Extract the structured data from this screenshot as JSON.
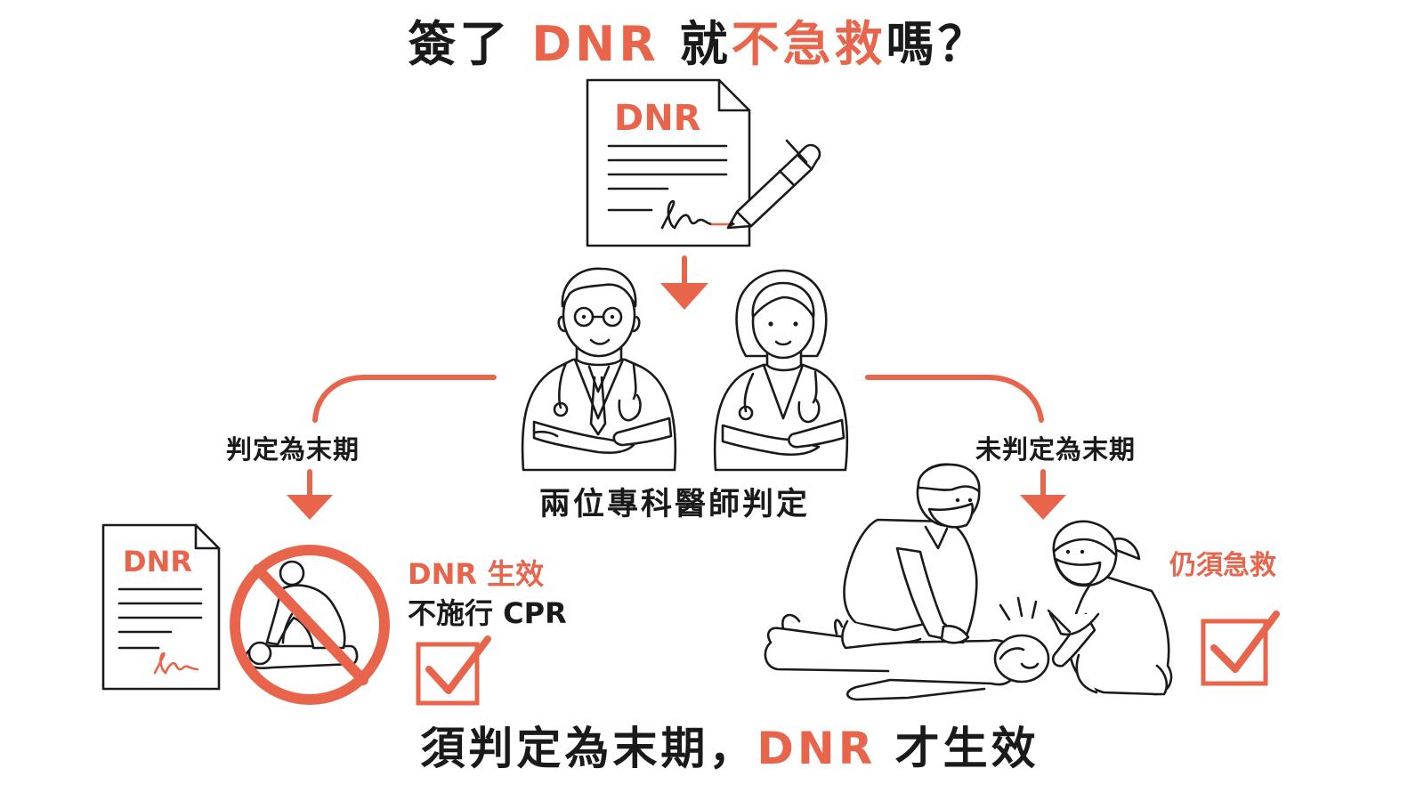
{
  "title": {
    "prefix": "簽了",
    "dnr": "DNR",
    "mid": "就",
    "highlight": "不急救",
    "suffix": "嗎？"
  },
  "document_label": "DNR",
  "small_document_label": "DNR",
  "judges_label": "兩位專科醫師判定",
  "left_branch": {
    "condition": "判定為末期",
    "result_title": "DNR 生效",
    "result_detail": "不施行 CPR"
  },
  "right_branch": {
    "condition": "未判定為末期",
    "result_title": "仍須急救"
  },
  "footer": {
    "prefix": "須判定為末期，",
    "dnr": "DNR",
    "suffix": " 才生效"
  },
  "colors": {
    "accent": "#e8644a",
    "ink": "#1a1a1a",
    "background": "#ffffff"
  }
}
